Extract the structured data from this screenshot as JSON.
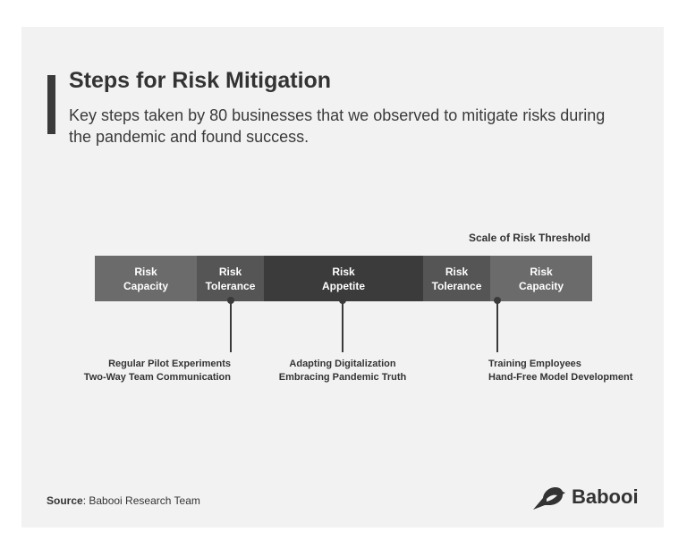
{
  "header": {
    "title": "Steps for Risk Mitigation",
    "subtitle": "Key steps taken by 80 businesses that we observed to mitigate risks during the pandemic and found success."
  },
  "scale": {
    "label": "Scale of Risk Threshold",
    "segments": [
      {
        "line1": "Risk",
        "line2": "Capacity"
      },
      {
        "line1": "Risk",
        "line2": "Tolerance"
      },
      {
        "line1": "Risk",
        "line2": "Appetite"
      },
      {
        "line1": "Risk",
        "line2": "Tolerance"
      },
      {
        "line1": "Risk",
        "line2": "Capacity"
      }
    ]
  },
  "callouts": [
    {
      "line1": "Regular Pilot Experiments",
      "line2": "Two-Way Team Communication"
    },
    {
      "line1": "Adapting Digitalization",
      "line2": "Embracing Pandemic Truth"
    },
    {
      "line1": "Training Employees",
      "line2": "Hand-Free Model Development"
    }
  ],
  "footer": {
    "source_label": "Source",
    "source_text": ": Babooi Research Team",
    "brand": "Babooi",
    "logo_icon": "bird-icon"
  },
  "colors": {
    "card_bg": "#f2f2f2",
    "dark": "#3b3b3b",
    "mid": "#555555",
    "light": "#6b6b6b"
  }
}
